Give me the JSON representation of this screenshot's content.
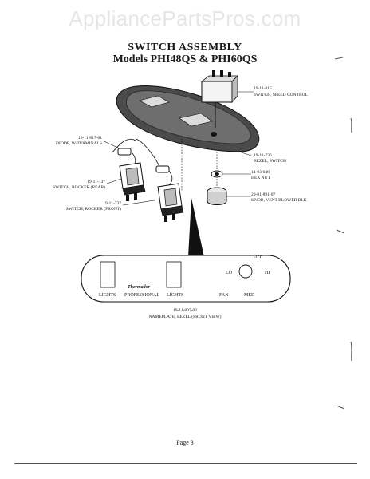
{
  "watermark": "AppliancePartsPros.com",
  "title": "SWITCH ASSEMBLY",
  "subtitle": "Models PHI48QS & PHI60QS",
  "parts": {
    "speed_control": {
      "number": "19-11-815",
      "name": "SWITCH, SPEED CONTROL"
    },
    "bezel_switch": {
      "number": "19-11-736",
      "name": "BEZEL, SWITCH"
    },
    "hex_nut": {
      "number": "14-93-048",
      "name": "HEX NUT"
    },
    "knob": {
      "number": "20-01-891-07",
      "name": "KNOB, VENT BLOWER BLK"
    },
    "diode": {
      "number": "19-11-817-01",
      "name": "DIODE, W/TERMINALS"
    },
    "rocker_rear": {
      "number": "19-11-737",
      "name": "SWITCH, ROCKER (REAR)"
    },
    "rocker_front": {
      "number": "19-11-737",
      "name": "SWITCH, ROCKER (FRONT)"
    },
    "nameplate": {
      "number": "19-11-807-02",
      "name": "NAMEPLATE, BEZEL (FRONT VIEW)"
    }
  },
  "nameplate_labels": {
    "lights_left": "LIGHTS",
    "professional": "PROFESSIONAL",
    "lights_right": "LIGHTS",
    "brand": "Thermador",
    "off": "OFF",
    "lo": "LO",
    "hi": "HI",
    "fan": "FAN",
    "med": "MED"
  },
  "footer": "Page 3"
}
